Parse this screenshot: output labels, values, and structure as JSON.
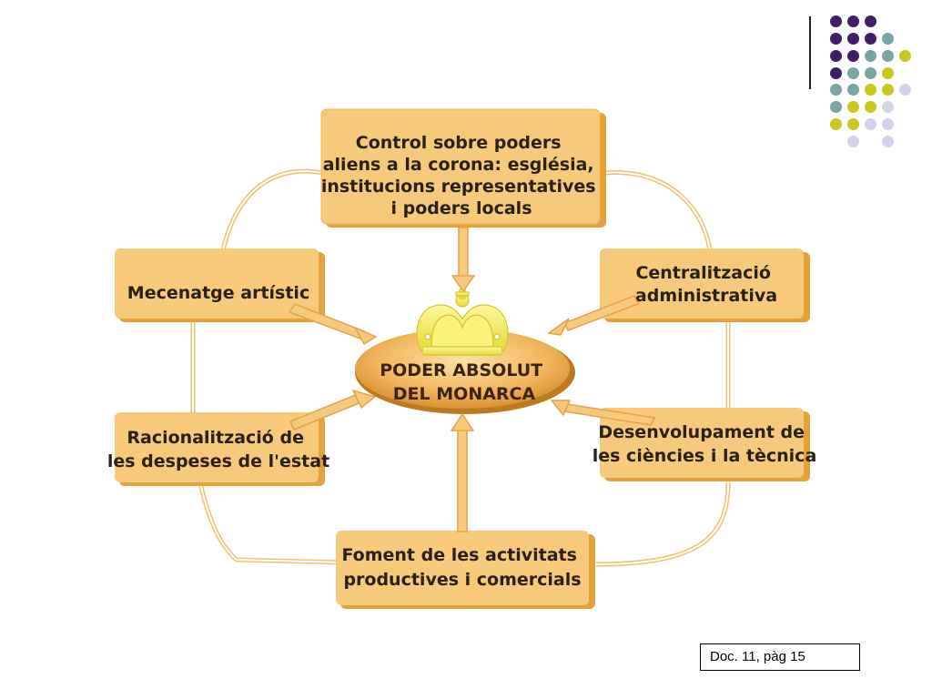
{
  "diagram": {
    "center": {
      "line1": "PODER ABSOLUT",
      "line2": "DEL MONARCA"
    },
    "boxes": [
      {
        "id": "top",
        "lines": [
          "Control sobre poders",
          "aliens a la corona: església,",
          "institucions representatives",
          "i poders locals"
        ]
      },
      {
        "id": "left-top",
        "lines": [
          "Mecenatge artístic"
        ]
      },
      {
        "id": "right-top",
        "lines": [
          "Centralització",
          "administrativa"
        ]
      },
      {
        "id": "left-bottom",
        "lines": [
          "Racionalització de",
          "les despeses de l'estat"
        ]
      },
      {
        "id": "right-bottom",
        "lines": [
          "Desenvolupament de",
          "les ciències i la tècnica"
        ]
      },
      {
        "id": "bottom",
        "lines": [
          "Foment de les activitats",
          "productives i comercials"
        ]
      }
    ]
  },
  "caption": "Doc. 11, pàg 15",
  "colors": {
    "box_fill": "#f7c97b",
    "box_shadow": "#e3a23b",
    "ring": "#f2c070",
    "ellipse_light": "#f8d08a",
    "ellipse_dark": "#d8902c",
    "crown": "#f4ec5e",
    "dot_purple": "#3f1f66",
    "dot_teal": "#78a4a2",
    "dot_lime": "#c8c81e",
    "dot_lavender": "#d2d2e8"
  }
}
